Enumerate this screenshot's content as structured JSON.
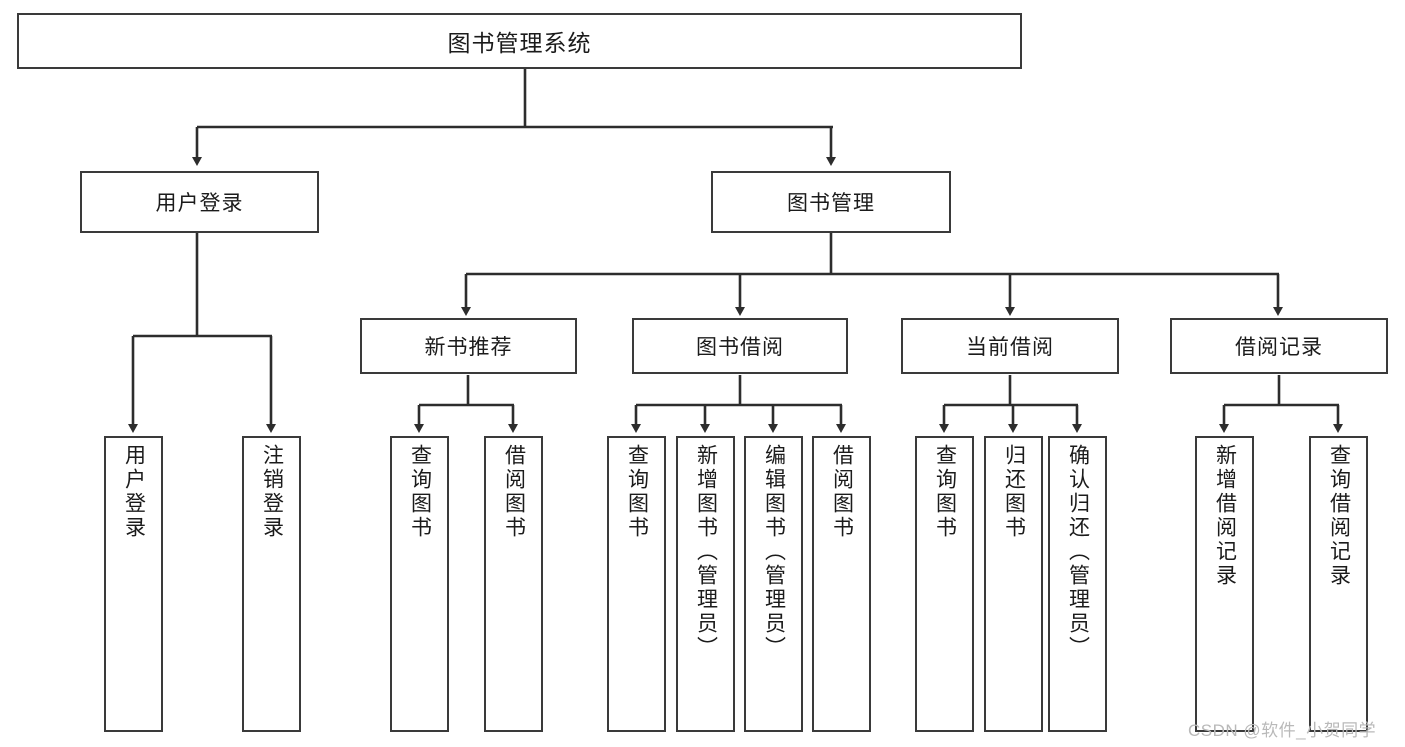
{
  "diagram": {
    "title": "图书管理系统",
    "type": "tree-hierarchy",
    "watermark": "CSDN @软件_小贺同学",
    "colors": {
      "background": "#ffffff",
      "box_border": "#3a3a3a",
      "box_fill": "#ffffff",
      "edge": "#2d2d2d",
      "text": "#1b1b1b",
      "watermark": "#b9b9b9"
    },
    "root": {
      "label": "图书管理系统"
    },
    "level2": [
      {
        "label": "用户登录"
      },
      {
        "label": "图书管理"
      }
    ],
    "level3": [
      {
        "label": "新书推荐"
      },
      {
        "label": "图书借阅"
      },
      {
        "label": "当前借阅"
      },
      {
        "label": "借阅记录"
      }
    ],
    "leaves": {
      "user_login": [
        {
          "label": "用户登录"
        },
        {
          "label": "注销登录"
        }
      ],
      "new_book_recommend": [
        {
          "label": "查询图书"
        },
        {
          "label": "借阅图书"
        }
      ],
      "book_borrow": [
        {
          "label": "查询图书"
        },
        {
          "label": "新增图书（管理员）"
        },
        {
          "label": "编辑图书（管理员）"
        },
        {
          "label": "借阅图书"
        }
      ],
      "current_borrow": [
        {
          "label": "查询图书"
        },
        {
          "label": "归还图书"
        },
        {
          "label": "确认归还（管理员）"
        }
      ],
      "borrow_record": [
        {
          "label": "新增借阅记录"
        },
        {
          "label": "查询借阅记录"
        }
      ]
    }
  }
}
